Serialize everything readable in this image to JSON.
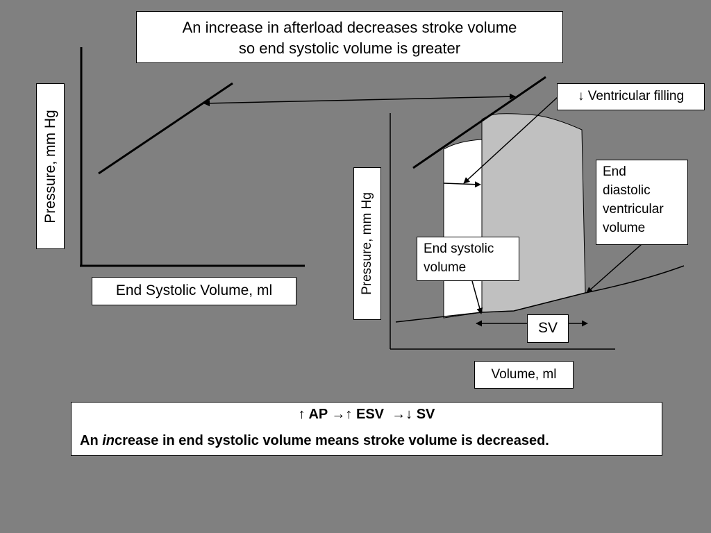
{
  "title": {
    "line1": "An increase in afterload decreases stroke volume",
    "line2": "so end systolic volume is greater"
  },
  "left_graph": {
    "ylabel": "Pressure, mm Hg",
    "xlabel": "End Systolic Volume, ml"
  },
  "right_graph": {
    "ylabel": "Pressure, mm Hg",
    "xlabel": "Volume, ml",
    "annotations": {
      "ventricular_filling": "↓ Ventricular filling",
      "end_diastolic": [
        "End",
        "diastolic",
        "ventricular",
        "volume"
      ],
      "end_systolic": [
        "End systolic",
        "volume"
      ],
      "sv": "SV"
    }
  },
  "summary": {
    "formula": {
      "up1": "↑",
      "ap": "AP",
      "arrow1": "→",
      "up2": "↑",
      "esv": "ESV",
      "arrow2": "→",
      "down": "↓",
      "sv": "SV"
    },
    "sentence": {
      "prefix": "An ",
      "emphasis": "in",
      "suffix": "crease in end systolic volume means stroke volume is decreased."
    }
  },
  "colors": {
    "background": "#808080",
    "loop_fill": "#c0c0c0",
    "region_fill": "#ffffff"
  }
}
